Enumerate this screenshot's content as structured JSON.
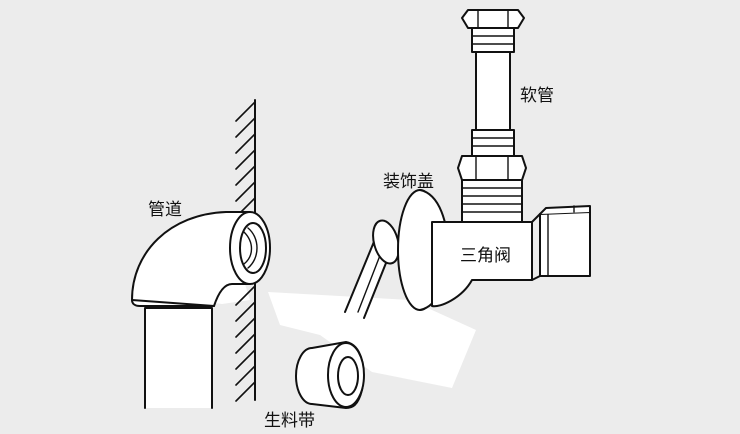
{
  "labels": {
    "hose": "软管",
    "decorative_cover": "装饰盖",
    "pipe": "管道",
    "angle_valve": "三角阀",
    "sealing_tape": "生料带"
  },
  "colors": {
    "background": "#ececec",
    "line": "#111111",
    "fill": "#ffffff"
  }
}
